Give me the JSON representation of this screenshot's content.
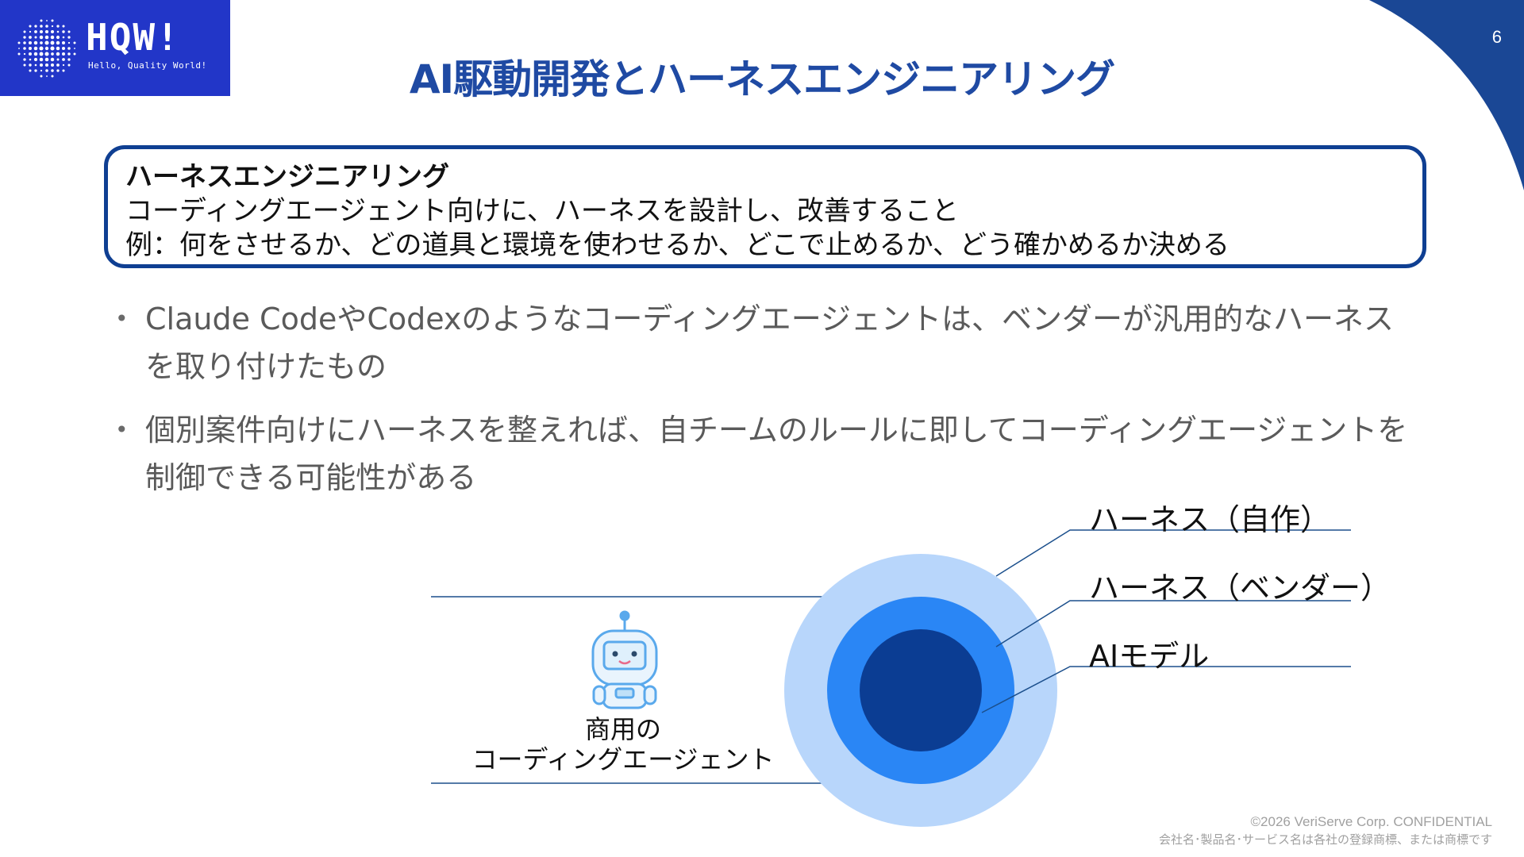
{
  "logo": {
    "wordmark": "HQW!",
    "tagline": "Hello, Quality World!"
  },
  "page_number": "6",
  "title": "AI駆動開発とハーネスエンジニアリング",
  "definition": {
    "term": "ハーネスエンジニアリング",
    "description": "コーディングエージェント向けに、ハーネスを設計し、改善すること",
    "example": "例：何をさせるか、どの道具と環境を使わせるか、どこで止めるか、どう確かめるか決める"
  },
  "bullets": [
    "Claude CodeやCodexのようなコーディングエージェントは、ベンダーが汎用的なハーネスを取り付けたもの",
    "個別案件向けにハーネスを整えれば、自チームのルールに即してコーディングエージェントを制御できる可能性がある"
  ],
  "diagram": {
    "layer_labels": {
      "outer": "ハーネス（自作）",
      "middle": "ハーネス（ベンダー）",
      "inner": "AIモデル"
    },
    "agent_caption_line1": "商用の",
    "agent_caption_line2": "コーディングエージェント",
    "colors": {
      "outer": "#b8d6fb",
      "middle": "#2a86f5",
      "inner": "#0b3d93",
      "leader_line": "#1b4f8c",
      "robot": "#5aa9ec"
    }
  },
  "footer": {
    "copyright": "©2026 VeriServe Corp. CONFIDENTIAL",
    "trademark_note": "会社名･製品名･サービス名は各社の登録商標、または商標です"
  },
  "colors": {
    "title": "#1f4aa3",
    "logo_bg": "#2236c8",
    "box_border": "#0f3f92",
    "corner_arc": "#1a4795"
  }
}
